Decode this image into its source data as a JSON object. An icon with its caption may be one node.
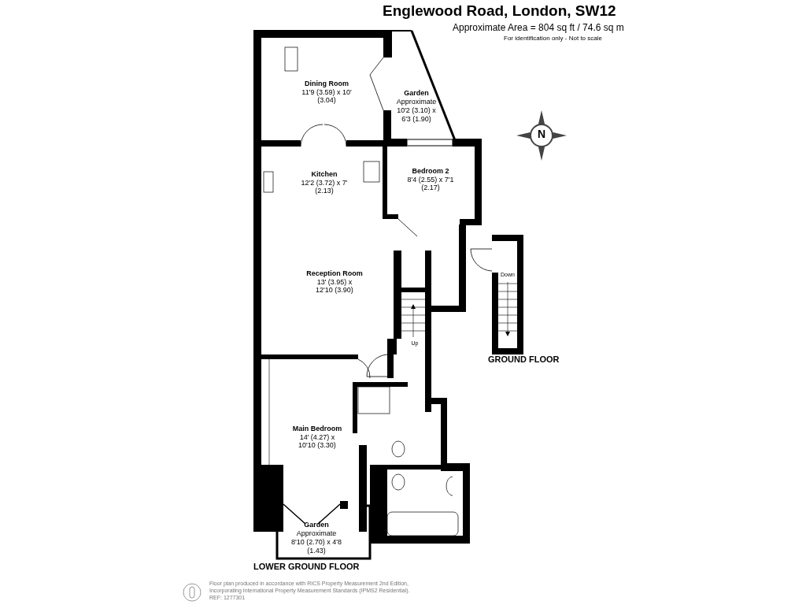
{
  "diagram": {
    "title": "Englewood Road, London, SW12",
    "nodes": [
      {
        "text": [
          "Dining Room",
          "11'9 (3.59) x 10' (3.04)"
        ]
      },
      {
        "text": [
          "Garden",
          "Approximate",
          "10'2 (3.10) x 6'3 (1.90)"
        ]
      },
      {
        "text": [
          "Kitchen",
          "12'2 (3.72) x 7' (2.13)"
        ]
      },
      {
        "text": [
          "Bedroom 2",
          "8'4 (2.55) x 7'1 (2.17)"
        ]
      },
      {
        "text": [
          "Reception Room",
          "13' (3.95) x 12'10 (3.90)"
        ]
      },
      {
        "text": [
          "Main Bedroom",
          "14' (4.27) x 10'10 (3.30)"
        ]
      },
      {
        "text": [
          "Garden",
          "Approximate",
          "8'10 (2.70) x 4'8 (1.43)"
        ]
      }
    ],
    "labels": [
      "Approximate Area = 804 sq ft / 74.6 sq m",
      "For identification only - Not to scale",
      "N",
      "Up",
      "Down",
      "GROUND FLOOR",
      "LOWER GROUND FLOOR",
      "Floor plan produced in accordance with RICS Property Measurement 2nd Edition,",
      "Incorporating International Property Measurement Standards (IPMS2 Residential).",
      "REF: 1277301"
    ]
  }
}
